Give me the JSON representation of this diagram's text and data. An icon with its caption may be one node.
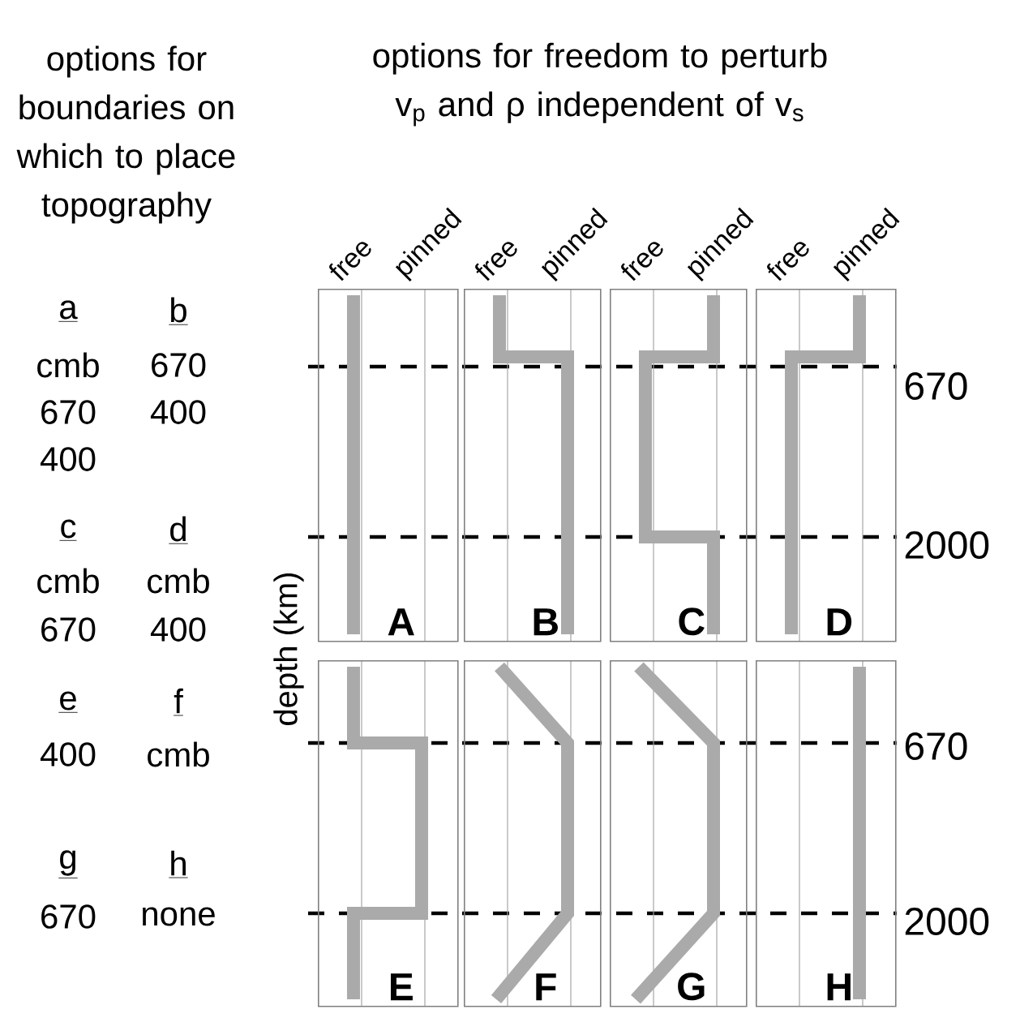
{
  "diagram": {
    "nodes": [
      {
        "text": [
          "A"
        ]
      },
      {
        "text": [
          "B"
        ]
      },
      {
        "text": [
          "C"
        ]
      },
      {
        "text": [
          "D"
        ]
      },
      {
        "text": [
          "E"
        ]
      },
      {
        "text": [
          "F"
        ]
      },
      {
        "text": [
          "G"
        ]
      },
      {
        "text": [
          "H"
        ]
      }
    ],
    "labels": [
      "options for boundaries on which to place topography",
      "options for freedom to perturb v$_{p}$ and ρ independent of v$_{s}$",
      "free",
      "pinned",
      "free",
      "pinned",
      "free",
      "pinned",
      "free",
      "pinned",
      "a",
      "b",
      "cmb",
      "670",
      "670",
      "400",
      "400",
      "c",
      "d",
      "cmb",
      "cmb",
      "670",
      "400",
      "e",
      "f",
      "400",
      "cmb",
      "g",
      "h",
      "670",
      "none",
      "670",
      "2000",
      "depth (km)",
      "670",
      "2000"
    ]
  }
}
